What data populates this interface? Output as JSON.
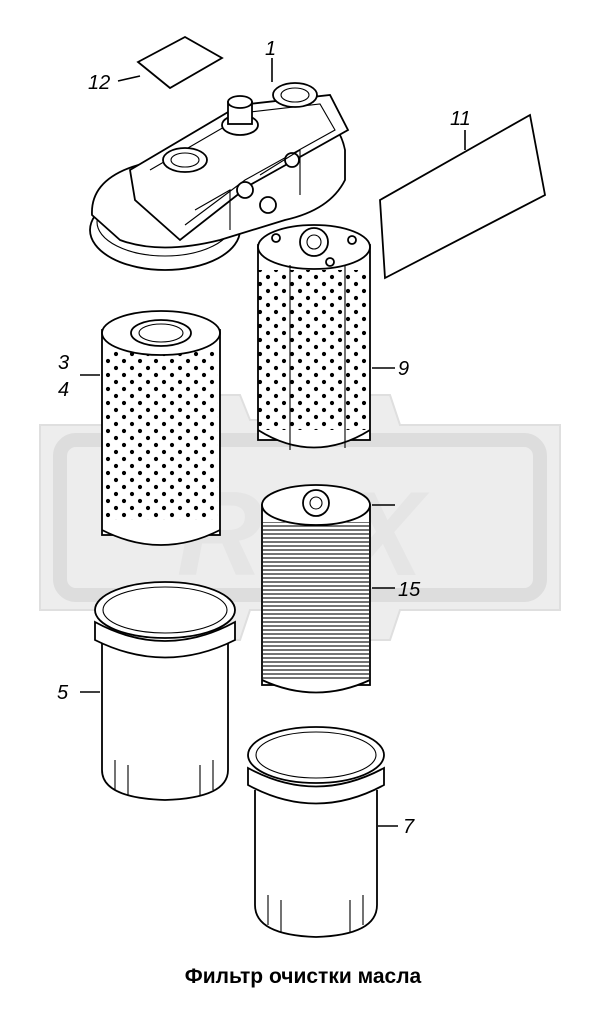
{
  "caption": "Фильтр очистки масла",
  "callouts": {
    "c1": "1",
    "c3": "3",
    "c4": "4",
    "c5": "5",
    "c7": "7",
    "c9": "9",
    "c11": "11",
    "c12": "12",
    "c15": "15"
  },
  "watermark_text": "REX",
  "colors": {
    "line": "#000000",
    "watermark": "#e3e3e3",
    "background": "#ffffff"
  }
}
